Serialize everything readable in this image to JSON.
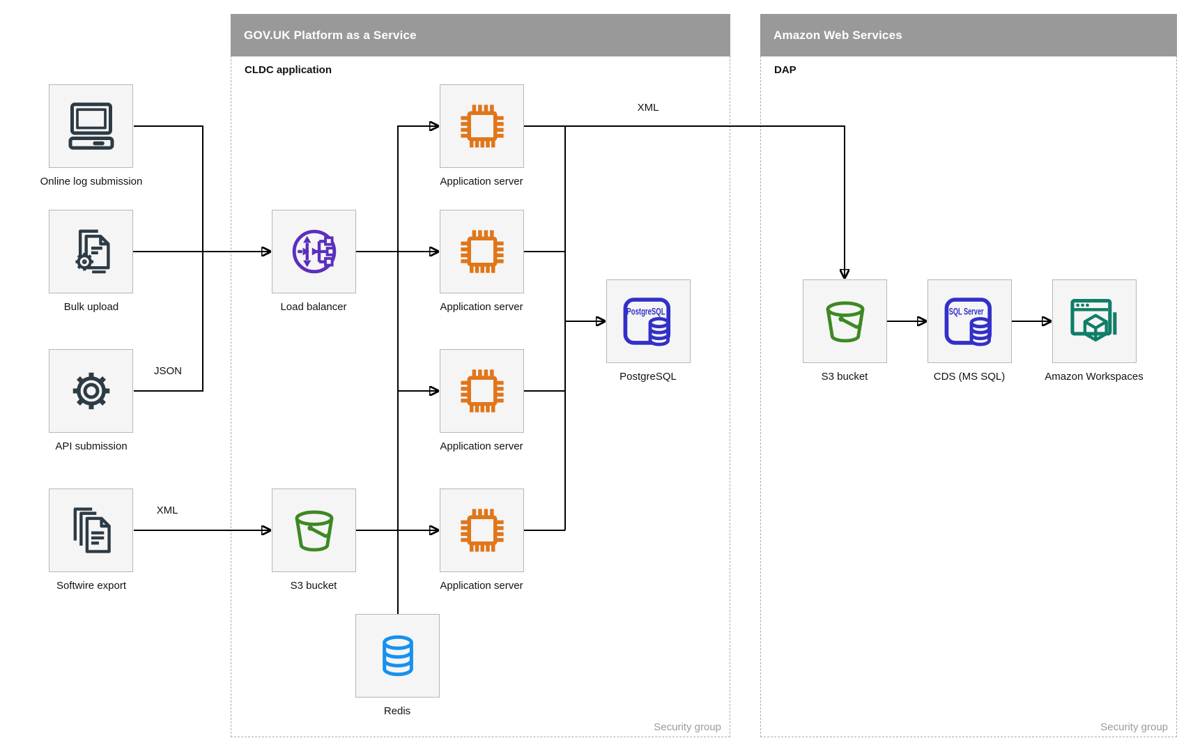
{
  "diagram": {
    "containers": {
      "paas": {
        "title": "GOV.UK Platform as a Service",
        "sublabel": "CLDC application",
        "footer": "Security group"
      },
      "aws": {
        "title": "Amazon Web Services",
        "sublabel": "DAP",
        "footer": "Security group"
      }
    },
    "nodes": {
      "online_log": {
        "label": "Online log submission"
      },
      "bulk_upload": {
        "label": "Bulk upload"
      },
      "api_submission": {
        "label": "API submission"
      },
      "softwire_export": {
        "label": "Softwire export"
      },
      "load_balancer": {
        "label": "Load balancer"
      },
      "app_server_1": {
        "label": "Application server"
      },
      "app_server_2": {
        "label": "Application server"
      },
      "app_server_3": {
        "label": "Application server"
      },
      "app_server_4": {
        "label": "Application server"
      },
      "postgresql": {
        "label": "PostgreSQL"
      },
      "s3_bucket_paas": {
        "label": "S3 bucket"
      },
      "redis": {
        "label": "Redis"
      },
      "s3_bucket_aws": {
        "label": "S3 bucket"
      },
      "cds": {
        "label": "CDS (MS SQL)"
      },
      "workspaces": {
        "label": "Amazon Workspaces"
      }
    },
    "edge_labels": {
      "json": "JSON",
      "xml_softwire": "XML",
      "xml_app": "XML"
    },
    "icon_text": {
      "postgresql": "PostgreSQL",
      "sql_server": "SQL Server"
    },
    "colors": {
      "header_gray": "#999999",
      "box_fill": "#f5f5f5",
      "box_border": "#b5b5b5",
      "container_dash": "#ababab",
      "security_text": "#9b9b9b",
      "connector": "#000000",
      "dark_icon": "#2d3b45",
      "orange_chip": "#e0761a",
      "purple_lb": "#5a2fbe",
      "indigo_db": "#3230c8",
      "green_bucket": "#3e8824",
      "blue_redis": "#1791ee",
      "teal_workspaces": "#0f7e68"
    }
  }
}
